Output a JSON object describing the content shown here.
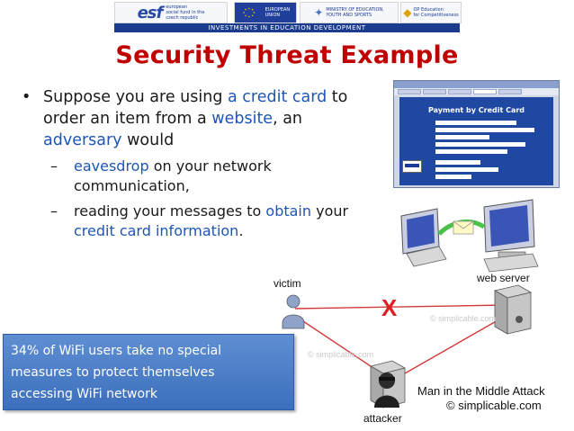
{
  "header": {
    "esf_logo_text": "esf",
    "esf_tagline": [
      "european",
      "social fund in the",
      "czech republic"
    ],
    "eu_label": "EUROPEAN UNION",
    "msmt_label": [
      "MINISTRY OF EDUCATION,",
      "YOUTH AND SPORTS"
    ],
    "op_label": [
      "OP Education",
      "for Competitiveness"
    ],
    "banner": "INVESTMENTS IN EDUCATION DEVELOPMENT"
  },
  "slide": {
    "title": "Security Threat Example",
    "bullet_parts": [
      {
        "text": "Suppose you are using ",
        "hl": false
      },
      {
        "text": "a credit card",
        "hl": true
      },
      {
        "text": " to order an item from a ",
        "hl": false
      },
      {
        "text": "website",
        "hl": true
      },
      {
        "text": ", an ",
        "hl": false
      },
      {
        "text": "adversary",
        "hl": true
      },
      {
        "text": " would",
        "hl": false
      }
    ],
    "sub_bullets": [
      [
        {
          "text": "eavesdrop",
          "hl": true
        },
        {
          "text": " on your network communication,",
          "hl": false
        }
      ],
      [
        {
          "text": "reading your messages to ",
          "hl": false
        },
        {
          "text": "obtain",
          "hl": true
        },
        {
          "text": " your ",
          "hl": false
        },
        {
          "text": "credit card information",
          "hl": true
        },
        {
          "text": ".",
          "hl": false
        }
      ]
    ],
    "callout_lines": [
      "34% of WiFi users take no special",
      "measures to protect themselves",
      "accessing WiFi network"
    ]
  },
  "form_screenshot": {
    "heading": "Payment by Credit Card"
  },
  "diagram": {
    "victim_label": "victim",
    "server_label": "web server",
    "attacker_label": "attacker",
    "block_mark": "X",
    "caption_line1": "Man in the Middle Attack",
    "caption_line2": "© simplicable.com",
    "watermark1": "© simplicable.com",
    "watermark2": "© simplicable.com"
  },
  "colors": {
    "title": "#c00000",
    "highlight": "#1f55b5",
    "callout_bg": "#4a7cc6",
    "attack_line": "#d23b3b",
    "block_mark": "#e02020"
  }
}
